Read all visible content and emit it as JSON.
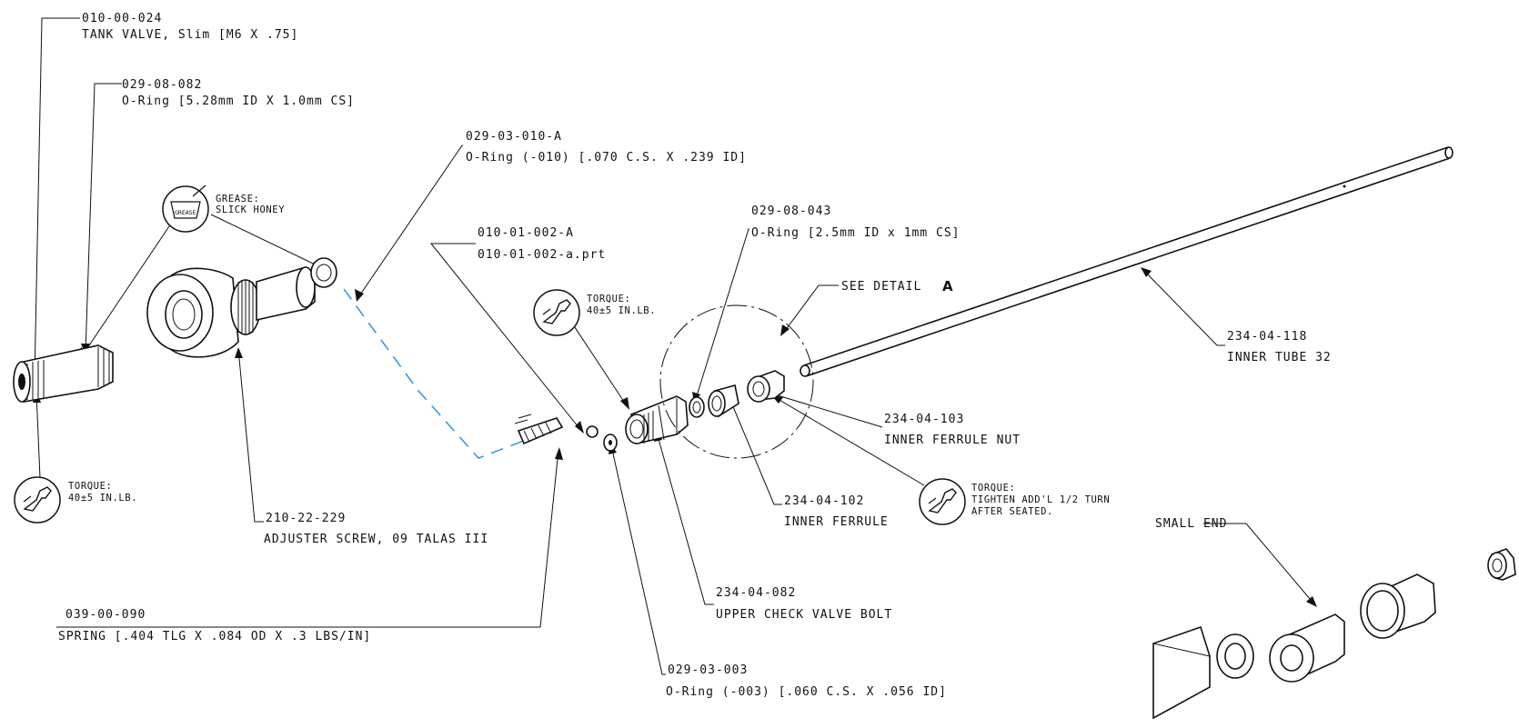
{
  "callouts": {
    "tank_valve": {
      "part_no": "010-00-024",
      "desc": "TANK VALVE, Slim [M6 X .75]"
    },
    "oring_5_28": {
      "part_no": "029-08-082",
      "desc": "O-Ring [5.28mm ID X 1.0mm CS]"
    },
    "oring_010": {
      "part_no": "029-03-010-A",
      "desc": "O-Ring (-010) [.070 C.S. X .239 ID]"
    },
    "ball": {
      "part_no": "010-01-002-A",
      "desc": "010-01-002-a.prt"
    },
    "oring_2_5": {
      "part_no": "029-08-043",
      "desc": "O-Ring [2.5mm ID x 1mm CS]"
    },
    "inner_tube": {
      "part_no": "234-04-118",
      "desc": "INNER TUBE 32"
    },
    "ferrule_nut": {
      "part_no": "234-04-103",
      "desc": "INNER FERRULE NUT"
    },
    "ferrule": {
      "part_no": "234-04-102",
      "desc": "INNER FERRULE"
    },
    "adjuster_screw": {
      "part_no": "210-22-229",
      "desc": "ADJUSTER SCREW, 09 TALAS III"
    },
    "spring": {
      "part_no": "039-00-090",
      "desc": "SPRING [.404 TLG X .084 OD X .3 LBS/IN]"
    },
    "check_valve_bolt": {
      "part_no": "234-04-082",
      "desc": "UPPER CHECK VALVE BOLT"
    },
    "oring_003": {
      "part_no": "029-03-003",
      "desc": "O-Ring (-003) [.060 C.S. X .056 ID]"
    }
  },
  "notes": {
    "grease": {
      "line1": "GREASE:",
      "line2": "SLICK HONEY",
      "icon_text": "GREASE"
    },
    "torque_left": {
      "line1": "TORQUE:",
      "line2": "40±5 IN.LB."
    },
    "torque_mid": {
      "line1": "TORQUE:",
      "line2": "40±5 IN.LB."
    },
    "torque_right": {
      "line1": "TORQUE:",
      "line2": "TIGHTEN ADD'L 1/2 TURN",
      "line3": "AFTER SEATED."
    },
    "see_detail": {
      "text": "SEE DETAIL",
      "letter": "A"
    },
    "small_end": {
      "text": "SMALL END"
    }
  },
  "colors": {
    "line": "#111111",
    "accent_dash": "#1e90d6",
    "background": "#ffffff"
  }
}
